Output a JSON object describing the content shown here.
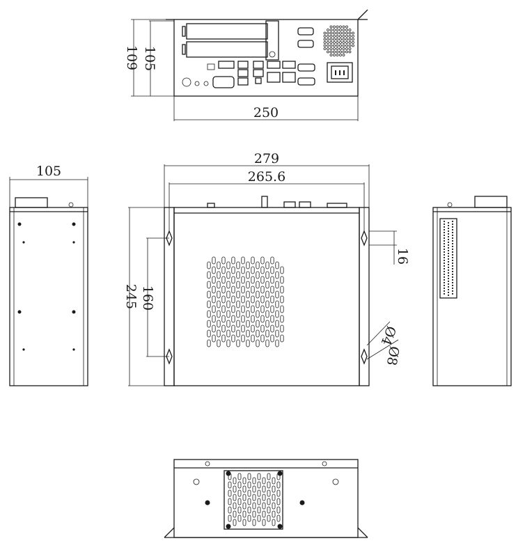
{
  "dimensions": {
    "top_view_height_outer": "109",
    "top_view_height_inner": "105",
    "top_view_width": "250",
    "side_left_width": "105",
    "front_width_outer": "279",
    "front_width_inner": "265.6",
    "front_height": "245",
    "mount_hole_spacing": "160",
    "bracket_thickness": "16",
    "hole_diameter_small": "Ø4",
    "hole_diameter_large": "Ø8"
  },
  "colors": {
    "line": "#1a1a1a",
    "background": "#ffffff"
  }
}
